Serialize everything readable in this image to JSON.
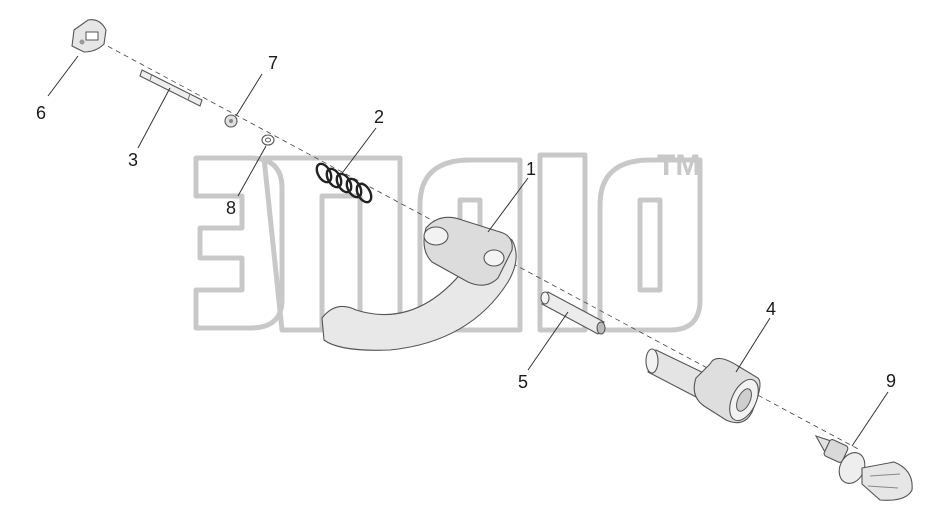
{
  "diagram": {
    "callouts": [
      {
        "id": "6",
        "label": "6"
      },
      {
        "id": "7",
        "label": "7"
      },
      {
        "id": "3",
        "label": "3"
      },
      {
        "id": "2",
        "label": "2"
      },
      {
        "id": "8",
        "label": "8"
      },
      {
        "id": "1",
        "label": "1"
      },
      {
        "id": "4",
        "label": "4"
      },
      {
        "id": "5",
        "label": "5"
      },
      {
        "id": "9",
        "label": "9"
      }
    ],
    "watermark": {
      "trademark": "TM"
    }
  }
}
